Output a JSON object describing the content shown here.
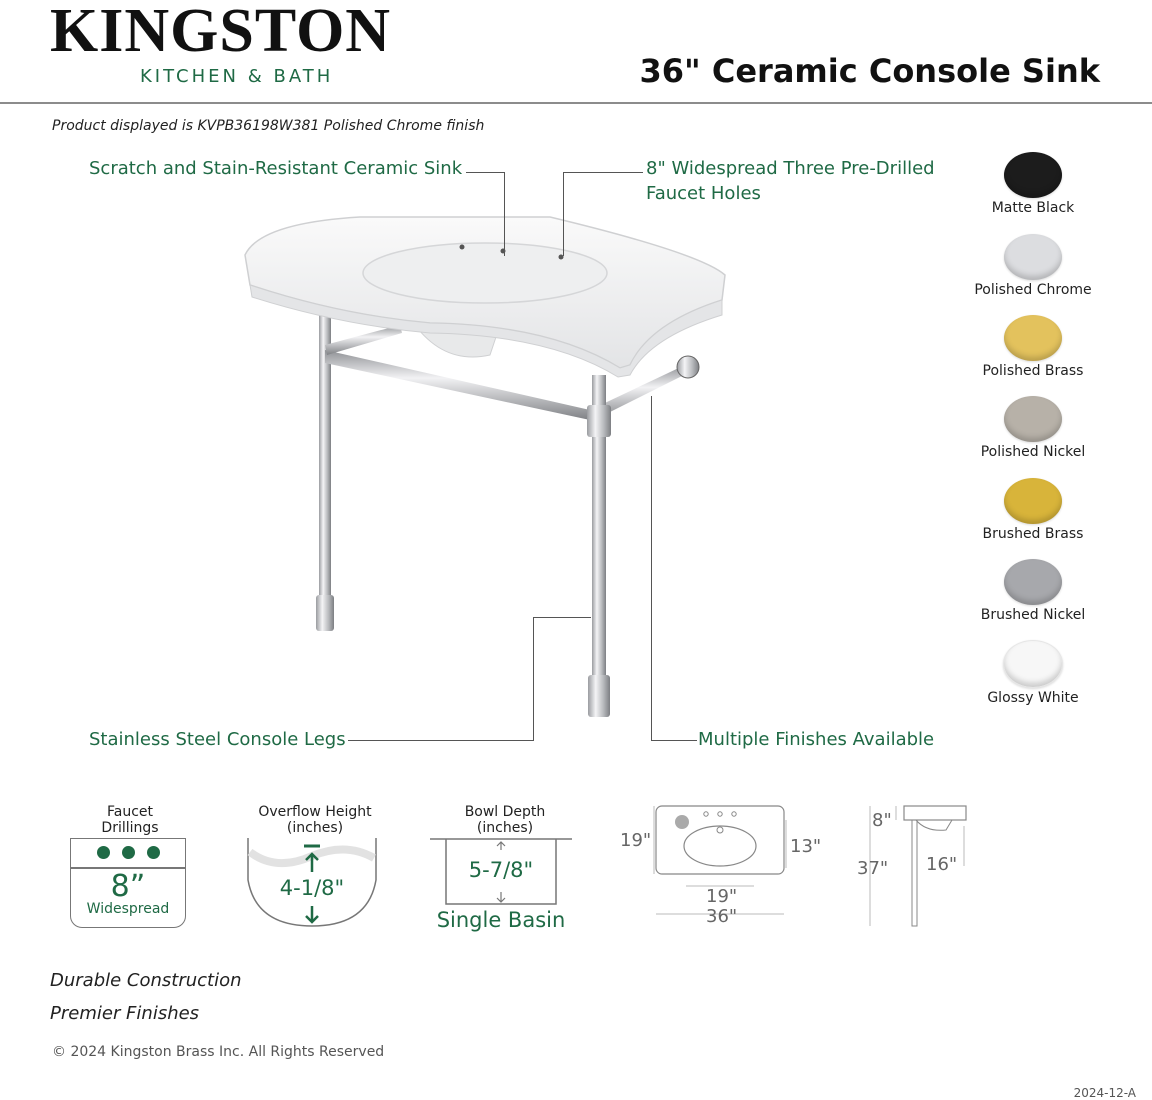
{
  "brand": {
    "name": "KINGSTON",
    "sub": "KITCHEN & BATH"
  },
  "title": "36\" Ceramic Console Sink",
  "display_note": "Product displayed is KVPB36198W381 Polished Chrome finish",
  "callouts": {
    "sink": "Scratch and Stain-Resistant Ceramic Sink",
    "faucet_line1": "8\" Widespread Three Pre-Drilled",
    "faucet_line2": "Faucet Holes",
    "legs": "Stainless Steel Console Legs",
    "finishes": "Multiple Finishes Available"
  },
  "swatches": [
    {
      "label": "Matte Black",
      "color": "#1c1c1c"
    },
    {
      "label": "Polished Chrome",
      "color": "#dcdde0"
    },
    {
      "label": "Polished Brass",
      "color": "#e3c25d"
    },
    {
      "label": "Polished Nickel",
      "color": "#b7b1a8"
    },
    {
      "label": "Brushed Brass",
      "color": "#d8b43a"
    },
    {
      "label": "Brushed Nickel",
      "color": "#a7a8ac"
    },
    {
      "label": "Glossy White",
      "color": "#f7f7f7"
    }
  ],
  "specs": {
    "faucet": {
      "label_line1": "Faucet",
      "label_line2": "Drillings",
      "value": "8”",
      "sub": "Widespread"
    },
    "overflow": {
      "label_line1": "Overflow Height",
      "label_line2": "(inches)",
      "value": "4-1/8\""
    },
    "bowl": {
      "label_line1": "Bowl Depth",
      "label_line2": "(inches)",
      "value": "5-7/8\"",
      "sub": "Single Basin"
    }
  },
  "dimensions": {
    "top_view": {
      "left": "19\"",
      "right": "13\"",
      "bottom_inner": "19\"",
      "bottom_outer": "36\""
    },
    "side_view": {
      "top": "8\"",
      "height": "37\"",
      "depth": "16\""
    }
  },
  "features": [
    "Durable Construction",
    "Premier Finishes"
  ],
  "copyright": "2024 Kingston Brass Inc. All Rights Reserved",
  "doc_code": "2024-12-A",
  "colors": {
    "accent": "#1f6a45",
    "divider": "#8c8c8c"
  }
}
